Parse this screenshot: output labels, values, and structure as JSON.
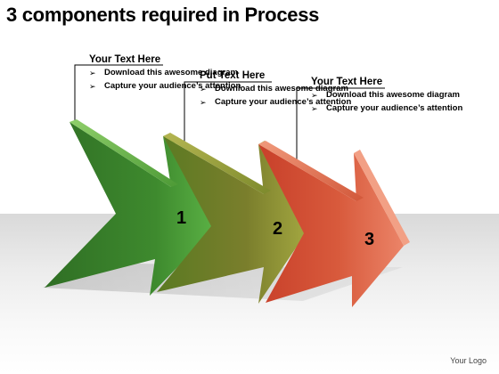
{
  "title": "3 components required in Process",
  "logo_text": "Your Logo",
  "steps": [
    {
      "number": "1",
      "heading": "Your Text Here",
      "bullets": [
        "Download this awesome diagram",
        "Capture your audience’s attention"
      ],
      "color": "#3f8a2c"
    },
    {
      "number": "2",
      "heading": "Put Text Here",
      "bullets": [
        "Download this awesome diagram",
        "Capture your audience’s attention"
      ],
      "color": "#8a8a2c"
    },
    {
      "number": "3",
      "heading": "Your Text Here",
      "bullets": [
        "Download this awesome diagram",
        "Capture your audience’s attention"
      ],
      "color": "#d45a3a"
    }
  ],
  "icons": {
    "bullet": "arrow-bullet-icon"
  }
}
